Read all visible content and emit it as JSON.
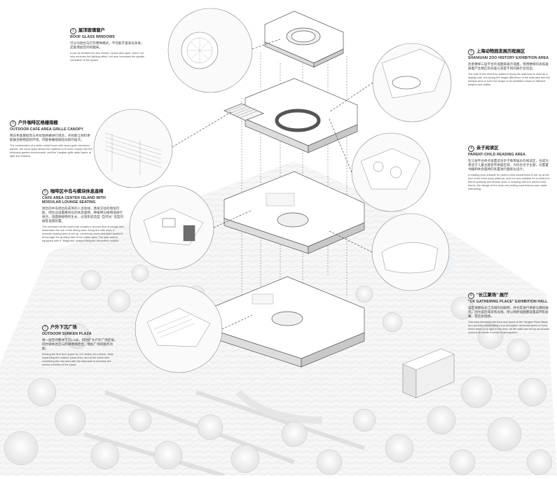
{
  "labels": [
    {
      "num": "1",
      "zh": "屋顶玻璃窗户",
      "en": "ROOF GLASS WINDOWS",
      "zh_body": "可分为组合与打开两种模式，不仅能丰富采光效果，还能增加空间的趣味。",
      "en_body": "It can be divided into two modes, closed and open, which not only enriches the lighting effect, but also increases the spatial circulation of the space."
    },
    {
      "num": "2",
      "zh": "上海动物园发展历程展区",
      "en": "SHANGHAI ZOO HISTORY EXHIBITION AREA",
      "zh_body": "后者楼梯三层平台的墙面既展示墙面，借用楼梯的高低差展面产生相应的高差与宽度不同的展示台造型。",
      "en_body": "The wall of the third-floor platform along the staircase is used as a display wall, borrowing the height difference of the staircase and the window area to form the shape of an exhibition stand of different heights and widths."
    },
    {
      "num": "3",
      "zh": "户外咖啡区格栅雨棚",
      "en": "OUTDOOR CAFE AREA GRILLE CANOPY",
      "zh_body": "两白色金属框架与木纹铝格栅进行组合，木纹能让材料更能融合植物园的环境，同能格栅能缩短光影的层次。",
      "en_body": "The combination of a white metal frame with wood-grain aluminum panels, the wood grain allows the material to fit more closely into the botanical garden environment, and the Yangtse grille adds layers of light and shadow."
    },
    {
      "num": "4",
      "zh": "亲子阅读区",
      "en": "PARENT-CHILD READING AREA",
      "zh_body": "在三层平台终点设置适合亲子教育娱乐的阅读区，也成为更适于儿童主题宣传讲座区域，为符合亲子主题，对置置书籍和休息座椅的装置进行趣味化设计。",
      "en_body": "A reading area suitable for parent-child edutainment is set up at the end of the three-story platform, and it is also suitable for a children's theme publicity and lecture area. In keeping with the parent-child theme, the design of the book and resting seat fixtures was made interesting."
    },
    {
      "num": "5",
      "zh": "咖啡区中岛与模块休息座椅",
      "en": "CAFE AREA CENTER ISLAND WITH MODULAR LOUNGE SEATING",
      "zh_body": "围合的中岛吧台形成吊的人流动线，激发交往的增加可能，吧台边设置模块化的休息座椅，种植物与植物墙进行组合，墙面随植物的生长，过渡形成造型 \"自然光\" 造型的展陈设施装置。",
      "en_body": "The enclosed center island bar creates a circular flow of people and maximises the use of the dining area. Along the side area, a modular seating area is set up, combining seats and plant boxes to encourage the growing fate of the coffee area. The side area is equipped with a \"Magnolia\" shaped bespoke decorative module."
    },
    {
      "num": "6",
      "zh": "\"长江聚场\" 展厅",
      "en": "\"CK GATHERING PLACE\" EXHIBITION HALL",
      "zh_body": "该区域模拟长江流域的动植物，并对其进行讲解与模拟展示，因为该区域没有光线，所以场所墙面都设置成环形屏幕，营造氛围感。",
      "en_body": "This area simulates the flora and fauna of the Yangtze River Basin and provides explanations and simulation demonstrations of them. Since there is no light in the area, all the walls are set up as circular screens to create a sense of atmosphere."
    },
    {
      "num": "7",
      "zh": "户外下沉广场",
      "en": "OUTDOOR SUNKEN PLAZA",
      "zh_body": "将一层空间整体下沉1.5米，同时扩大户外广场区域，同时将休息区与阶梯楼梯结合，增加广场的服务功能。",
      "en_body": "Sinking the first floor space by 1.5 meters as a whole, while expanding the outdoor plaza area, and at the same time combining the rest area with the staircase to increase the service function of the plaza."
    }
  ]
}
